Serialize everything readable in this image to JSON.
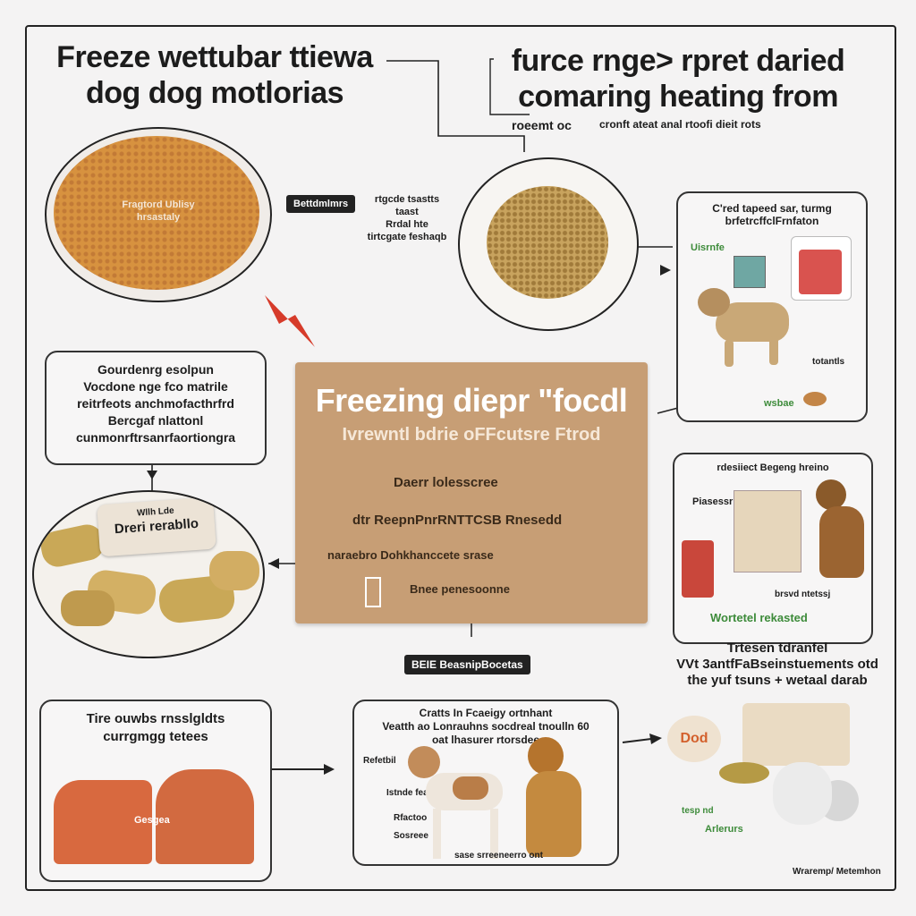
{
  "header": {
    "left_title_line1": "Freeze wettubar ttiewa",
    "left_title_line2": "dog dog motlorias",
    "right_title_line1": "furce rnge> rpret daried",
    "right_title_line2": "comaring heating from",
    "right_sub_left": "roeemt oc",
    "right_sub_right": "cronft ateat anal rtoofi dieit rots"
  },
  "kibble_circle": {
    "center_label_line1": "Fragtord Ublisy",
    "center_label_line2": "hrsastaly"
  },
  "dark_tag_top": "Bettdmlmrs",
  "top_notes": {
    "line1": "rtgcde tsastts",
    "line2": "taast",
    "line3": "Rrdal hte",
    "line4": "tirtcgate feshaqb"
  },
  "right_top_card": {
    "title_line1": "C'red tapeed sar, turmg",
    "title_line2": "brfetrcffclFrnfaton",
    "green_label": "Uisrnfe",
    "small_note": "totantls",
    "bottom_label": "wsbae"
  },
  "left_note_box": {
    "line1": "Gourdenrg esolpun",
    "line2": "Vocdone nge fco matrile",
    "line3": "reitrfeots anchmofacthrfrd",
    "line4": "Bercgaf nlattonl",
    "line5": "cunmonrftrsanrfaortiongra"
  },
  "chunk_card": {
    "tag_small": "Wllh Lde",
    "tag_big": "Dreri rerabllo"
  },
  "center": {
    "title": "Freezing diepr \"focdl",
    "subtitle": "Ivrewntl bdrie oFFcutsre Ftrod",
    "line1": "Daerr   lolesscree",
    "line2": "dtr   ReepnPnrRNTTCSB   Rnesedd",
    "line3": "naraebro   Dohkhanccete srase",
    "line4": "Bnee   penesoonne"
  },
  "right_mid_card": {
    "title": "rdesiiect   Begeng hreino",
    "label": "Piasessr",
    "note": "brsvd ntetssj",
    "green_label": "Wortetel rekasted"
  },
  "dark_tag_bottom": "BEIE BeasnipBocetas",
  "right_text_block": {
    "line1": "Trtesen tdranfel",
    "line2": "VVt 3antfFaBseinstuements otd",
    "line3": "the yuf tsuns + wetaal darab"
  },
  "bottom_left_box": {
    "line1": "Tire ouwbs rnsslgldts",
    "line2": "currgmgg tetees",
    "label": "Gesgea"
  },
  "bottom_center_box": {
    "title_line1": "Cratts In Fcaeigy ortnhant",
    "title_line2": "Veatth ao Lonrauhns socdreal tnoulln 60",
    "title_line3": "oat lhasurer rtorsdee",
    "label1": "Refetbil",
    "label2": "Istnde fea",
    "label3": "Rfactoo",
    "label4": "Sosreee",
    "caption": "sase srreeneerro ont"
  },
  "bottom_right": {
    "dod_label": "Dod",
    "note": "tesp nd",
    "green_label": "Arlerurs",
    "footer": "Wraremp/ Metemhon"
  }
}
